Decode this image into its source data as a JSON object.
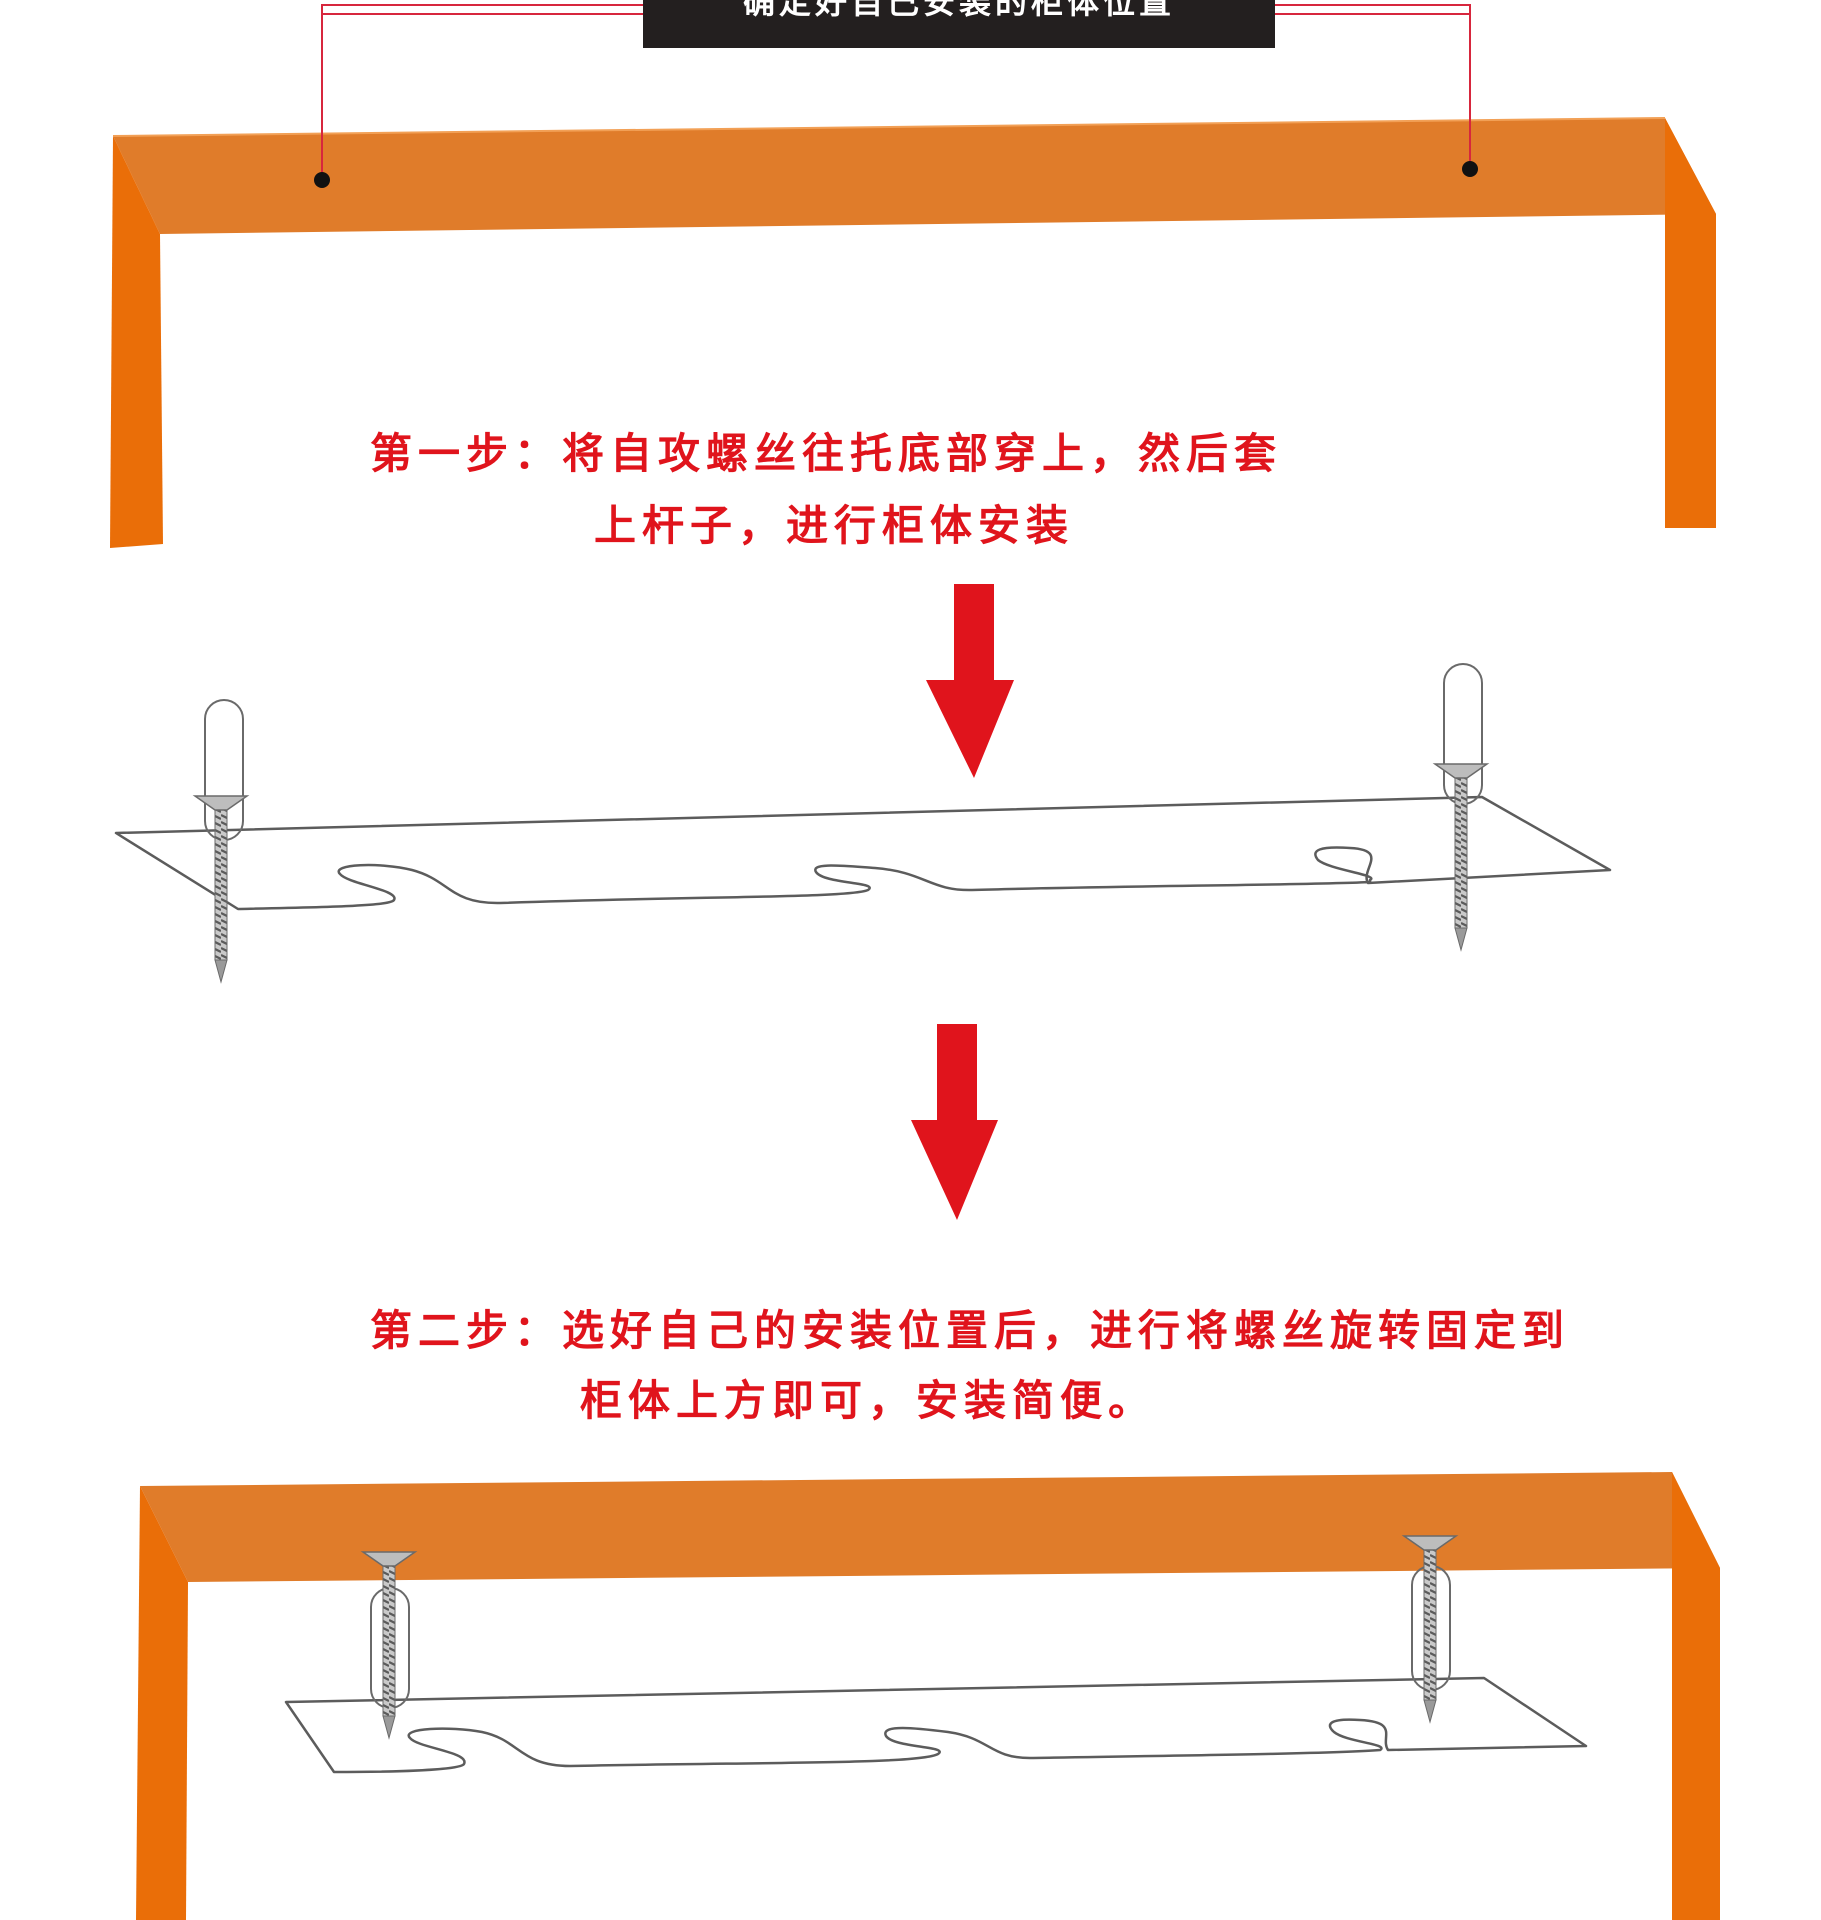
{
  "header": {
    "title": "确定好自己安装的柜体位置"
  },
  "step1": {
    "line1": "第一步：将自攻螺丝往托底部穿上，然后套",
    "line2": "上杆子，进行柜体安装"
  },
  "step2": {
    "line1": "第二步：选好自己的安装位置后，进行将螺丝旋转固定到",
    "line2": "柜体上方即可，安装简便。"
  },
  "colors": {
    "cabinet_top": "#e07c2a",
    "cabinet_leg": "#ea6e08",
    "accent_red": "#e0141c",
    "title_bg": "#231f1f",
    "marker_line": "#d7263d"
  },
  "icons": [
    "arrow-down-icon",
    "screw-icon",
    "cabinet",
    "tray-bracket"
  ]
}
